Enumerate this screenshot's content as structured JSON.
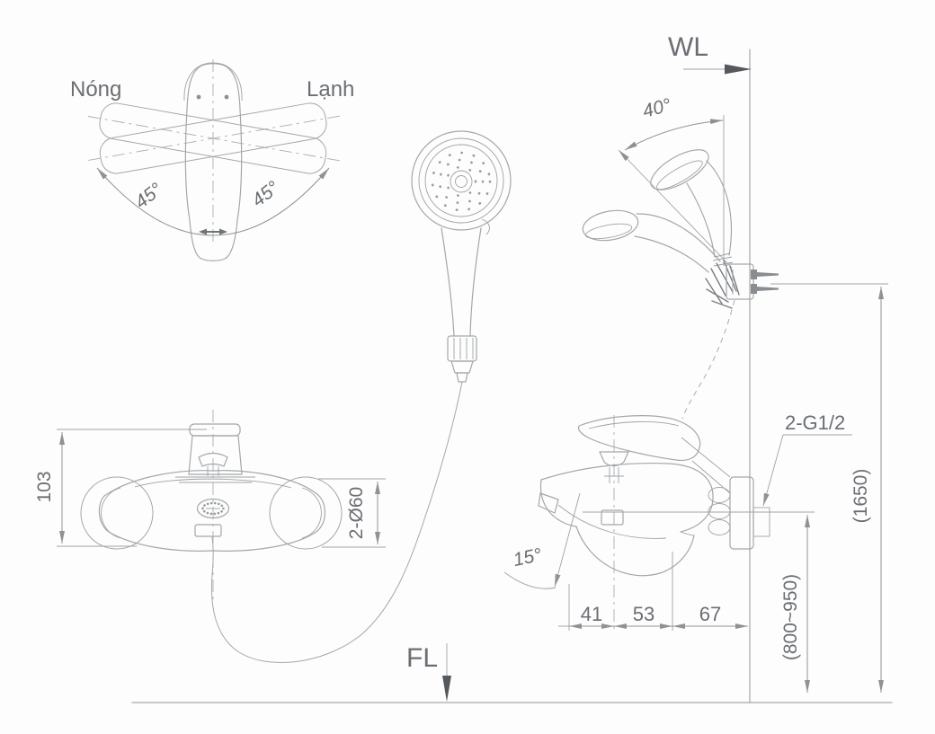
{
  "document": {
    "type": "installation-dimension-drawing",
    "product": "Wall-mounted bath and shower mixer with hand shower"
  },
  "colors": {
    "line": "#a4a7a9",
    "dimension": "#8f9295",
    "text": "#6b6e72",
    "accent_dark": "#55585c",
    "background": "#fdfdfd"
  },
  "top_view": {
    "hot_label": "Nóng",
    "cold_label": "Lạnh",
    "swing_left_angle": "45°",
    "swing_right_angle": "45°"
  },
  "bracket_view": {
    "water_line_label": "WL",
    "tilt_angle": "40°"
  },
  "front_view": {
    "body_height": "103",
    "flange_diameter": "2-Ø60"
  },
  "side_view": {
    "spout_angle": "15°",
    "spout_offset": "41",
    "body_depth": "53",
    "wall_offset": "67",
    "thread_label": "2-G1/2"
  },
  "heights": {
    "floor_line_label": "FL",
    "mixer_height": "(800~950)",
    "shower_height": "(1650)"
  }
}
